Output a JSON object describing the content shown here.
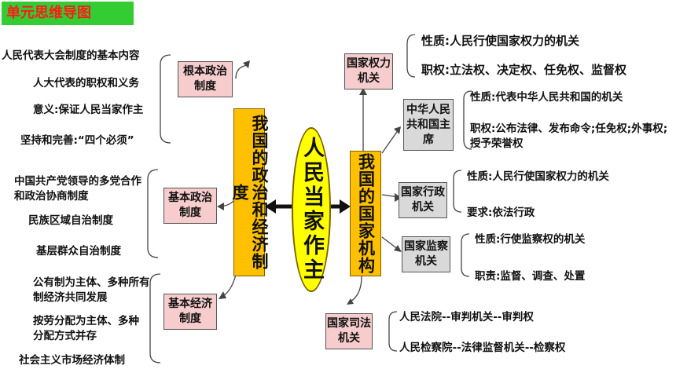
{
  "title": "单元思维导图",
  "center": "人民当家作主",
  "left_main": "我国的政治和经济制度",
  "right_main": "我国的国家机构",
  "left_branches": [
    {
      "label": "根本政治制度",
      "items": [
        "人民代表大会制度的基本内容",
        "人大代表的职权和义务",
        "意义:保证人民当家作主",
        "坚持和完善:“四个必须”"
      ]
    },
    {
      "label": "基本政治制度",
      "items": [
        "中国共产党领导的多党合作和政治协商制度",
        "民族区域自治制度",
        "基层群众自治制度"
      ]
    },
    {
      "label": "基本经济制度",
      "items": [
        "公有制为主体、多种所有制经济共同发展",
        "按劳分配为主体、多种分配方式并存",
        "社会主义市场经济体制"
      ]
    }
  ],
  "right_branches": [
    {
      "label": "国家权力机关",
      "items": [
        "性质:人民行使国家权力的机关",
        "职权:立法权、决定权、任免权、监督权"
      ]
    },
    {
      "label": "中华人民共和国主席",
      "items": [
        "性质:代表中华人民共和国的机关",
        "职权:公布法律、发布命令;任免权;外事权;授予荣誉权"
      ]
    },
    {
      "label": "国家行政机关",
      "items": [
        "性质:人民行使国家权力的机关",
        "要求:依法行政"
      ]
    },
    {
      "label": "国家监察机关",
      "items": [
        "性质:行使监察权的机关",
        "职责:监督、调查、处置"
      ]
    },
    {
      "label": "国家司法机关",
      "items": [
        "人民法院--审判机关--审判权",
        "人民检察院--法律监督机关--检察权"
      ]
    }
  ]
}
